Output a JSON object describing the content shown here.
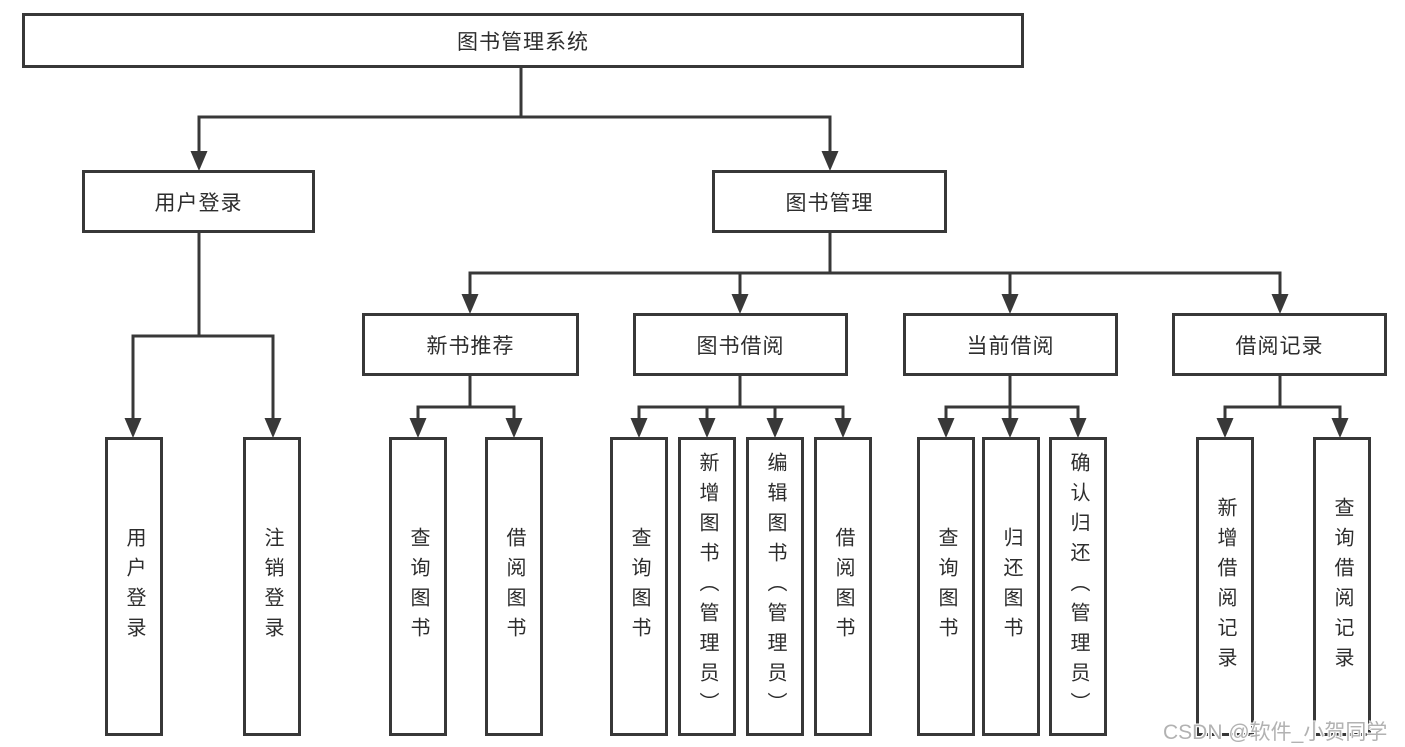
{
  "tree": {
    "root": {
      "label": "图书管理系统"
    },
    "branches": [
      {
        "label": "用户登录",
        "children": [
          "用户登录",
          "注销登录"
        ]
      },
      {
        "label": "图书管理",
        "sections": [
          {
            "label": "新书推荐",
            "children": [
              "查询图书",
              "借阅图书"
            ]
          },
          {
            "label": "图书借阅",
            "children": [
              "查询图书",
              "新增图书（管理员）",
              "编辑图书（管理员）",
              "借阅图书"
            ]
          },
          {
            "label": "当前借阅",
            "children": [
              "查询图书",
              "归还图书",
              "确认归还（管理员）"
            ]
          },
          {
            "label": "借阅记录",
            "children": [
              "新增借阅记录",
              "查询借阅记录"
            ]
          }
        ]
      }
    ]
  },
  "watermark": {
    "text": "CSDN @软件_小贺同学"
  },
  "colors": {
    "line": "#383838",
    "text": "#2d2d2d",
    "watermark": "#b2b2b2",
    "background": "#ffffff"
  }
}
